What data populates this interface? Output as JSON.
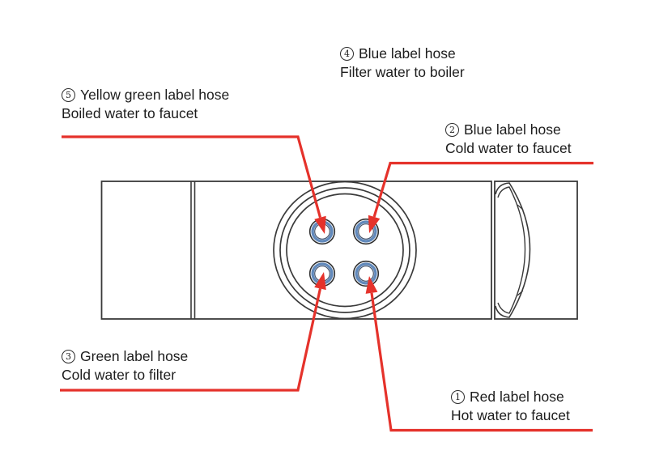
{
  "colors": {
    "connector_red": "#e5322b",
    "port_ring_blue": "#6189bb",
    "outline_dark": "#3a3a3a",
    "text": "#1c1c1c",
    "background": "#ffffff"
  },
  "callouts": {
    "c1": {
      "number": "1",
      "name": "Red label hose",
      "desc": "Hot water to faucet"
    },
    "c2": {
      "number": "2",
      "name": "Blue label hose",
      "desc": "Cold water to faucet"
    },
    "c3": {
      "number": "3",
      "name": "Green label hose",
      "desc": "Cold water to filter"
    },
    "c4": {
      "number": "4",
      "name": "Blue label hose",
      "desc": "Filter water to boiler"
    },
    "c5": {
      "number": "5",
      "name": "Yellow green label hose",
      "desc": "Boiled water to faucet"
    }
  }
}
